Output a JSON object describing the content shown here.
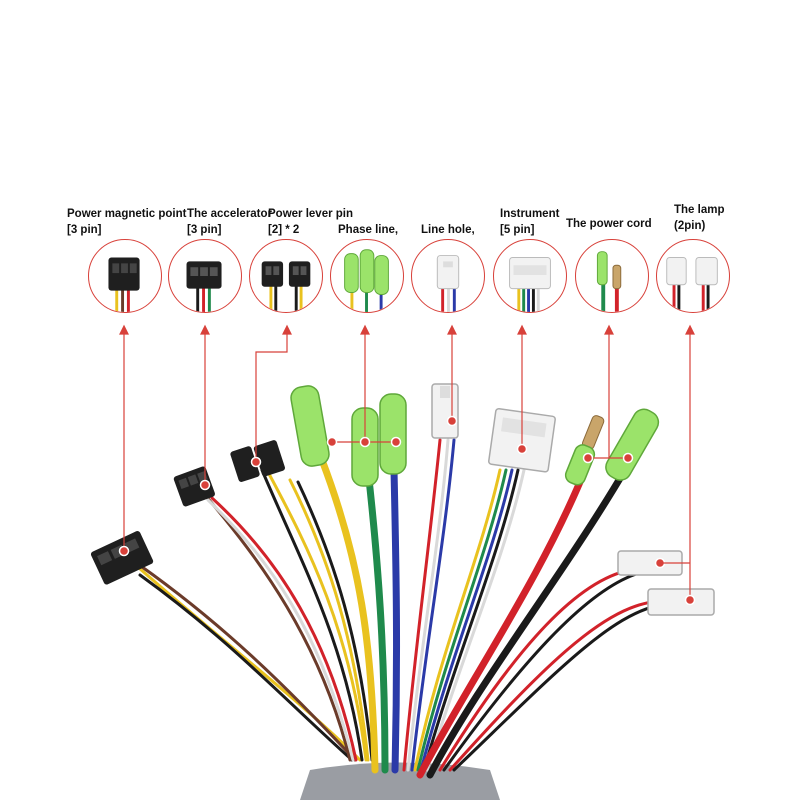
{
  "labels": [
    {
      "id": "power-magnetic-point",
      "line1": "Power magnetic point",
      "line2": "[3 pin]"
    },
    {
      "id": "accelerator",
      "line1": "The accelerator",
      "line2": "[3 pin]"
    },
    {
      "id": "power-lever-pin",
      "line1": "Power lever pin",
      "line2": "[2] * 2"
    },
    {
      "id": "phase-line",
      "line1": "Phase line,",
      "line2": ""
    },
    {
      "id": "line-hole",
      "line1": "Line hole,",
      "line2": ""
    },
    {
      "id": "instrument",
      "line1": "Instrument",
      "line2": "[5 pin]"
    },
    {
      "id": "power-cord",
      "line1": "The power cord",
      "line2": ""
    },
    {
      "id": "lamp",
      "line1": "The lamp",
      "line2": "(2pin)"
    }
  ],
  "colors": {
    "callout_line": "#d8413a",
    "wire_yellow": "#e9c21f",
    "wire_green": "#1f8a4c",
    "wire_blue": "#2b3aa8",
    "wire_red": "#d2222a",
    "wire_black": "#1a1a1a",
    "wire_white": "#d9d9d9",
    "wire_brown": "#6b3b2a",
    "sleeve_green": "#9be36a",
    "connector_black": "#1f1f1f",
    "connector_white": "#f2f2f2"
  }
}
